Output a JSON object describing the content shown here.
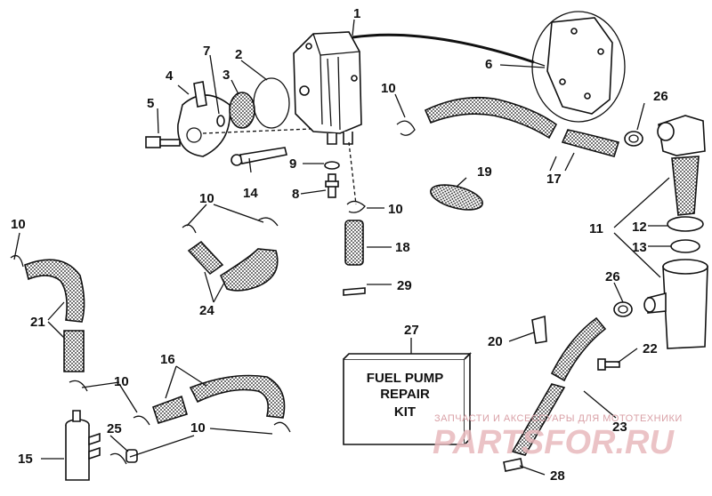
{
  "callouts": {
    "c1": "1",
    "c2": "2",
    "c3": "3",
    "c4": "4",
    "c5": "5",
    "c6": "6",
    "c7": "7",
    "c8": "8",
    "c9": "9",
    "c10a": "10",
    "c10b": "10",
    "c10c": "10",
    "c10d": "10",
    "c10e": "10",
    "c10f": "10",
    "c11": "11",
    "c12": "12",
    "c13": "13",
    "c14": "14",
    "c15": "15",
    "c16": "16",
    "c17": "17",
    "c18": "18",
    "c19": "19",
    "c20": "20",
    "c21": "21",
    "c22": "22",
    "c23": "23",
    "c24": "24",
    "c25": "25",
    "c26a": "26",
    "c26b": "26",
    "c27": "27",
    "c28": "28",
    "c29": "29"
  },
  "kit_box": {
    "line1": "FUEL PUMP",
    "line2": "REPAIR",
    "line3": "KIT"
  },
  "watermark": {
    "caption": "ЗАПЧАСТИ И АКСЕССУАРЫ ДЛЯ МОТОТЕХНИКИ",
    "brand": "PARTSFOR.RU"
  }
}
